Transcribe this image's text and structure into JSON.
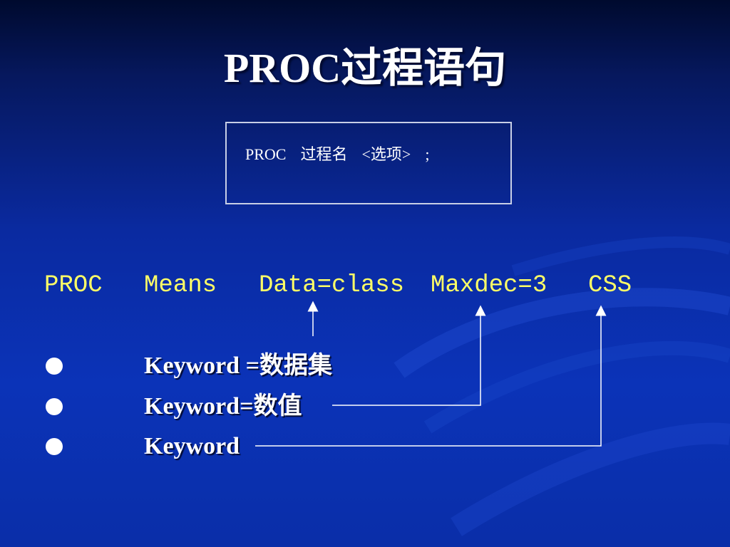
{
  "slide": {
    "title": "PROC过程语句"
  },
  "syntax": {
    "keyword": "PROC",
    "name": "过程名",
    "options": "<选项>",
    "terminator": ";"
  },
  "example": {
    "tokens": [
      "PROC",
      "Means",
      "Data=class",
      "Maxdec=3",
      "CSS"
    ]
  },
  "bullets": [
    {
      "text": "Keyword =数据集"
    },
    {
      "text": "Keyword=数值"
    },
    {
      "text": "Keyword"
    }
  ],
  "colors": {
    "background": "#0b33b8",
    "code_text": "#ffff66",
    "text": "#ffffff"
  }
}
